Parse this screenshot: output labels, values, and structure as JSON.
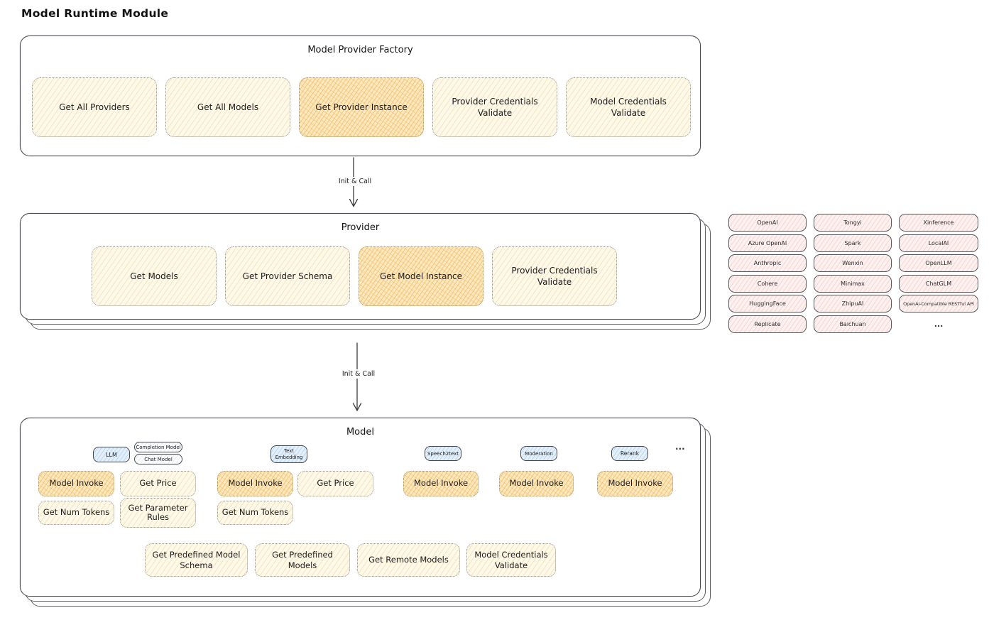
{
  "page_title": "Model Runtime Module",
  "factory": {
    "title": "Model Provider Factory",
    "items": [
      {
        "label": "Get All Providers",
        "highlighted": false
      },
      {
        "label": "Get All Models",
        "highlighted": false
      },
      {
        "label": "Get Provider Instance",
        "highlighted": true
      },
      {
        "label": "Provider Credentials Validate",
        "highlighted": false
      },
      {
        "label": "Model Credentials Validate",
        "highlighted": false
      }
    ]
  },
  "arrow1": {
    "label": "Init & Call"
  },
  "arrow2": {
    "label": "Init & Call"
  },
  "provider": {
    "title": "Provider",
    "items": [
      {
        "label": "Get Models",
        "highlighted": false
      },
      {
        "label": "Get Provider Schema",
        "highlighted": false
      },
      {
        "label": "Get Model Instance",
        "highlighted": true
      },
      {
        "label": "Provider Credentials Validate",
        "highlighted": false
      }
    ]
  },
  "provider_catalog": {
    "items": [
      "OpenAI",
      "Tongyi",
      "Xinference",
      "Azure OpenAI",
      "Spark",
      "LocalAI",
      "Anthropic",
      "Wenxin",
      "OpenLLM",
      "Cohere",
      "Minimax",
      "ChatGLM",
      "HuggingFace",
      "ZhipuAI",
      "OpenAI-Compatible RESTful API",
      "Replicate",
      "Baichuan"
    ],
    "more_label": "..."
  },
  "model": {
    "title": "Model",
    "tabs": {
      "llm": "LLM",
      "completion_model": "Completion Model",
      "chat_model": "Chat Model",
      "text_embedding": "Text Embedding",
      "speech2text": "Speech2text",
      "moderation": "Moderation",
      "rerank": "Rerank",
      "more": "..."
    },
    "llm_ops": {
      "model_invoke": "Model Invoke",
      "get_price": "Get Price",
      "get_num_tokens": "Get Num Tokens",
      "get_parameter_rules": "Get Parameter Rules"
    },
    "embedding_ops": {
      "model_invoke": "Model Invoke",
      "get_price": "Get Price",
      "get_num_tokens": "Get Num Tokens"
    },
    "speech2text_ops": {
      "model_invoke": "Model Invoke"
    },
    "moderation_ops": {
      "model_invoke": "Model Invoke"
    },
    "rerank_ops": {
      "model_invoke": "Model Invoke"
    },
    "bottom_ops": {
      "get_predefined_model_schema": "Get Predefined Model Schema",
      "get_predefined_models": "Get Predefined Models",
      "get_remote_models": "Get Remote Models",
      "model_credentials_validate": "Model Credentials Validate"
    }
  },
  "colors": {
    "highlight_orange": "#f3ac42",
    "light_yellow": "#fdf8e7",
    "provider_pink": "#fdf1f0",
    "tab_blue": "#e3effa",
    "stroke_dark": "#494c51"
  }
}
